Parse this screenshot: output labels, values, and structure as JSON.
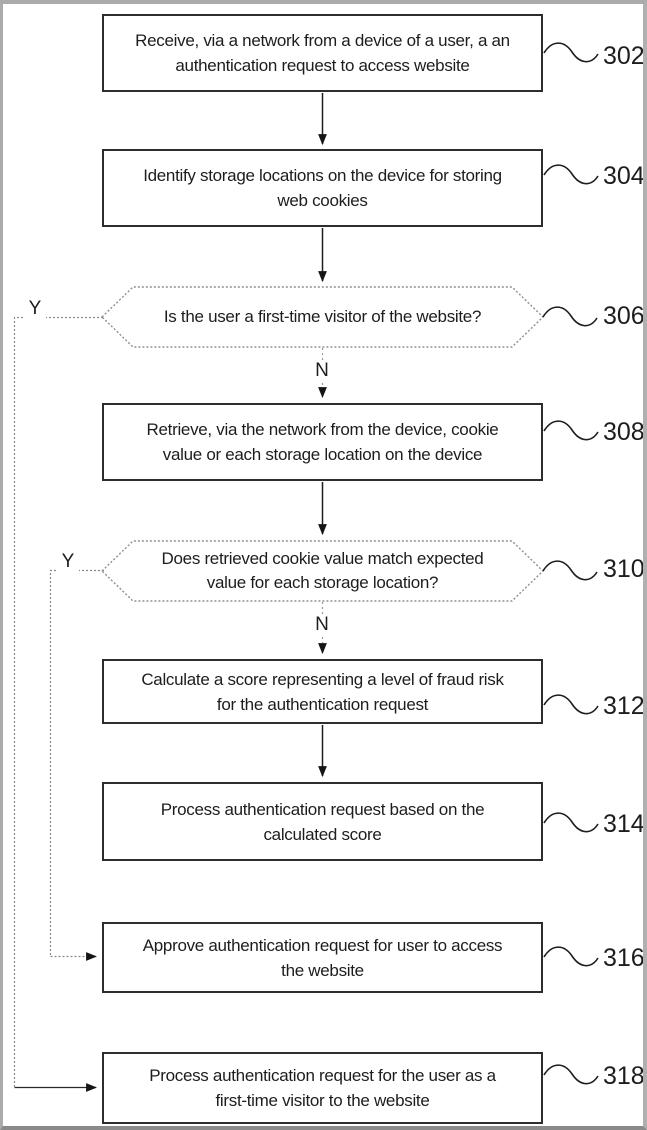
{
  "figure": {
    "type": "flowchart",
    "branch_labels": {
      "yes": "Y",
      "no": "N"
    },
    "nodes": [
      {
        "id": "302",
        "shape": "process",
        "ref": "302",
        "label": "Receive, via a network from a device of a user, a an\nauthentication request to access website"
      },
      {
        "id": "304",
        "shape": "process",
        "ref": "304",
        "label": "Identify storage locations on the device for storing\nweb cookies"
      },
      {
        "id": "306",
        "shape": "decision",
        "ref": "306",
        "label": "Is the user a first-time visitor of the website?"
      },
      {
        "id": "308",
        "shape": "process",
        "ref": "308",
        "label": "Retrieve, via the network from the device, cookie\nvalue or each storage location on the device"
      },
      {
        "id": "310",
        "shape": "decision",
        "ref": "310",
        "label": "Does retrieved cookie value match expected\nvalue for each storage location?"
      },
      {
        "id": "312",
        "shape": "process",
        "ref": "312",
        "label": "Calculate a score representing a level of fraud risk\nfor the authentication request"
      },
      {
        "id": "314",
        "shape": "process",
        "ref": "314",
        "label": "Process authentication request based on the\ncalculated score"
      },
      {
        "id": "316",
        "shape": "process",
        "ref": "316",
        "label": "Approve authentication request for user to access\nthe website"
      },
      {
        "id": "318",
        "shape": "process",
        "ref": "318",
        "label": "Process authentication request for the user as a\nfirst-time visitor to the website"
      }
    ],
    "edges": [
      {
        "from": "302",
        "to": "304",
        "style": "solid"
      },
      {
        "from": "304",
        "to": "306",
        "style": "solid"
      },
      {
        "from": "306",
        "to": "308",
        "label": "N",
        "style": "dashed"
      },
      {
        "from": "306",
        "to": "318",
        "label": "Y",
        "style": "dotted"
      },
      {
        "from": "308",
        "to": "310",
        "style": "solid"
      },
      {
        "from": "310",
        "to": "312",
        "label": "N",
        "style": "dashed"
      },
      {
        "from": "310",
        "to": "316",
        "label": "Y",
        "style": "dotted"
      },
      {
        "from": "312",
        "to": "314",
        "style": "solid"
      }
    ],
    "colors": {
      "background": "#ffffff",
      "frame_border": "#ababab",
      "box_border": "#2d2d2d",
      "decision_border": "#8f8f8f",
      "connector": "#1d1d1d",
      "dotted_connector": "#8a8a8a",
      "text": "#1d1d1d"
    }
  }
}
